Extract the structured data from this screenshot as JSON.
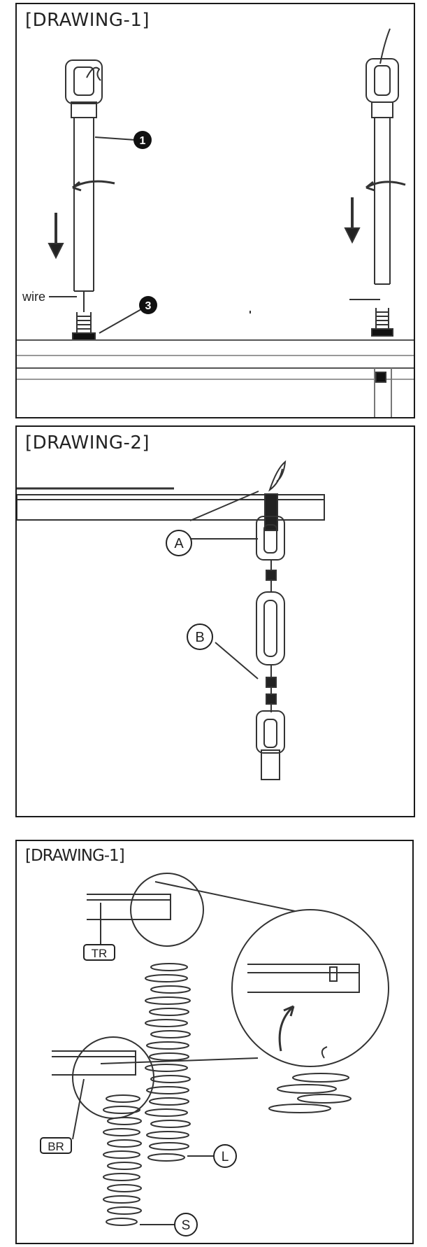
{
  "drawing1": {
    "title": "[DRAWING-1]",
    "callouts": [
      "1",
      "3"
    ],
    "wire_label": "wire"
  },
  "drawing2": {
    "title": "[DRAWING-2]",
    "callouts": [
      "A",
      "B"
    ]
  },
  "drawing3": {
    "title": "[DRAWING-1]",
    "callouts": [
      "TR",
      "BR",
      "L",
      "S"
    ]
  }
}
